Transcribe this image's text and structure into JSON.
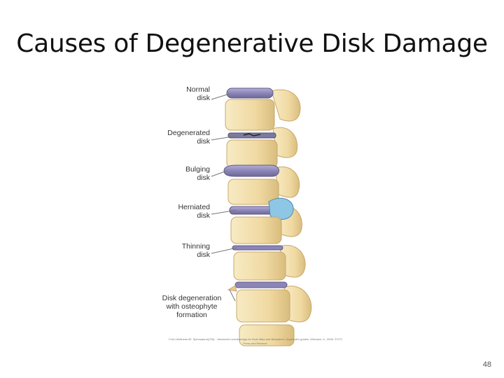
{
  "slide": {
    "title": "Causes of Degenerative Disk Damage",
    "page_number": "48"
  },
  "figure": {
    "labels": [
      "Normal\ndisk",
      "Degenerated\ndisk",
      "Bulging\ndisk",
      "Herniated\ndisk",
      "Thinning\ndisk",
      "Disk degeneration\nwith osteophyte\nformation"
    ],
    "credit": "From Wellness 82: Spinosaurus(TM)... Advanced overdrawings for Dual disks and Biosystem. Lippincott's guides, Wheaton, IL, 2006. ©VTS Press and Reserve."
  },
  "colors": {
    "bone": "#f2dfae",
    "bone_edge": "#c9a86a",
    "disk": "#8c86b8",
    "herniation": "#8ec6e6",
    "leader_line": "#777777"
  }
}
